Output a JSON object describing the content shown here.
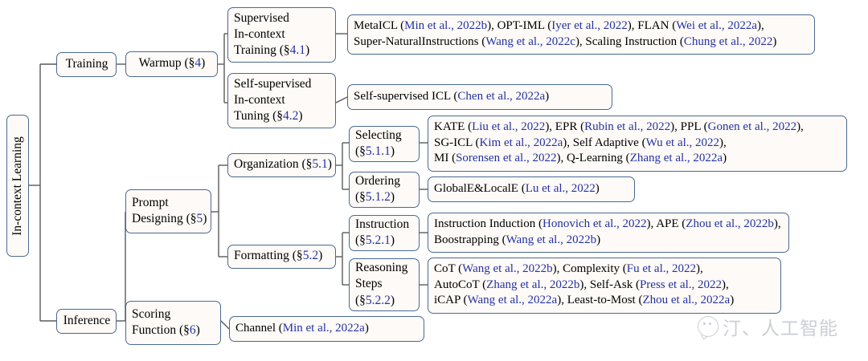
{
  "figure": {
    "type": "taxonomy-tree-diagram",
    "title_node": "In-context Learning",
    "colors": {
      "box_border": "#4a6a93",
      "box_fill": "#fdfaf7",
      "edge": "#5a5a5a",
      "citation_blue": "#2432a0",
      "text": "#000000",
      "watermark": "#c9ccd4"
    }
  },
  "root": {
    "label": "In-context Learning"
  },
  "branches": [
    {
      "id": "training",
      "label": "Training"
    },
    {
      "id": "inference",
      "label": "Inference"
    }
  ],
  "level2": [
    {
      "id": "warmup",
      "label": "Warmup (§4)",
      "lines": [
        "Warmup (§4)"
      ]
    },
    {
      "id": "prompt",
      "label": "Prompt Designing (§5)",
      "lines": [
        "Prompt",
        "Designing (§5)"
      ]
    },
    {
      "id": "scoring",
      "label": "Scoring Function (§6)",
      "lines": [
        "Scoring",
        "Function (§6)"
      ]
    }
  ],
  "level3": [
    {
      "id": "sup-ict",
      "lines": [
        "Supervised",
        "In-context",
        "Training (§4.1)"
      ]
    },
    {
      "id": "selfsup-ict",
      "lines": [
        "Self-supervised",
        "In-context",
        "Tuning (§4.2)"
      ]
    },
    {
      "id": "organization",
      "lines": [
        "Organization (§5.1)"
      ]
    },
    {
      "id": "formatting",
      "lines": [
        "Formatting (§5.2)"
      ]
    }
  ],
  "level4": [
    {
      "id": "selecting",
      "lines": [
        "Selecting",
        "(§5.1.1)"
      ]
    },
    {
      "id": "ordering",
      "lines": [
        "Ordering",
        "(§5.1.2)"
      ]
    },
    {
      "id": "instruction",
      "lines": [
        "Instruction",
        "(§5.2.1)"
      ]
    },
    {
      "id": "reasoning",
      "lines": [
        "Reasoning",
        "Steps",
        "(§5.2.2)"
      ]
    }
  ],
  "leaves": {
    "supervised_ict": {
      "lines": [
        "MetaICL (Min et al., 2022b), OPT-IML (Iyer et al., 2022), FLAN (Wei et al., 2022a),",
        "Super-NaturalInstructions (Wang et al., 2022c), Scaling Instruction (Chung et al., 2022)"
      ],
      "methods": [
        "MetaICL",
        "OPT-IML",
        "FLAN",
        "Super-NaturalInstructions",
        "Scaling Instruction"
      ],
      "citations": [
        "Min et al., 2022b",
        "Iyer et al., 2022",
        "Wei et al., 2022a",
        "Wang et al., 2022c",
        "Chung et al., 2022"
      ]
    },
    "selfsup_ict": {
      "lines": [
        "Self-supervised ICL  (Chen et al., 2022a)"
      ],
      "methods": [
        "Self-supervised ICL"
      ],
      "citations": [
        "Chen et al., 2022a"
      ]
    },
    "selecting": {
      "lines": [
        "KATE (Liu et al., 2022), EPR (Rubin et al., 2022), PPL (Gonen et al., 2022),",
        "SG-ICL (Kim et al., 2022a), Self Adaptive (Wu et al., 2022),",
        "MI (Sorensen et al., 2022), Q-Learning (Zhang et al., 2022a)"
      ],
      "methods": [
        "KATE",
        "EPR",
        "PPL",
        "SG-ICL",
        "Self Adaptive",
        "MI",
        "Q-Learning"
      ],
      "citations": [
        "Liu et al., 2022",
        "Rubin et al., 2022",
        "Gonen et al., 2022",
        "Kim et al., 2022a",
        "Wu et al., 2022",
        "Sorensen et al., 2022",
        "Zhang et al., 2022a"
      ]
    },
    "ordering": {
      "lines": [
        "GlobalE&LocalE (Lu et al., 2022)"
      ],
      "methods": [
        "GlobalE&LocalE"
      ],
      "citations": [
        "Lu et al., 2022"
      ]
    },
    "instruction": {
      "lines": [
        "Instruction Induction (Honovich et al., 2022), APE (Zhou et al., 2022b),",
        "Boostrapping (Wang et al., 2022b)"
      ],
      "methods": [
        "Instruction Induction",
        "APE",
        "Boostrapping"
      ],
      "citations": [
        "Honovich et al., 2022",
        "Zhou et al., 2022b",
        "Wang et al., 2022b"
      ]
    },
    "reasoning": {
      "lines": [
        "CoT (Wang et al., 2022b), Complexity (Fu et al., 2022),",
        "AutoCoT (Zhang et al., 2022b), Self-Ask (Press et al., 2022),",
        "iCAP (Wang et al., 2022a), Least-to-Most (Zhou et al., 2022a)"
      ],
      "methods": [
        "CoT",
        "Complexity",
        "AutoCoT",
        "Self-Ask",
        "iCAP",
        "Least-to-Most"
      ],
      "citations": [
        "Wang et al., 2022b",
        "Fu et al., 2022",
        "Zhang et al., 2022b",
        "Press et al., 2022",
        "Wang et al., 2022a",
        "Zhou et al., 2022a"
      ]
    },
    "channel": {
      "lines": [
        "Channel (Min et al., 2022a)"
      ],
      "methods": [
        "Channel"
      ],
      "citations": [
        "Min et al., 2022a"
      ]
    }
  },
  "watermark": {
    "text": "汀、人工智能",
    "icon": "wechat-icon"
  }
}
